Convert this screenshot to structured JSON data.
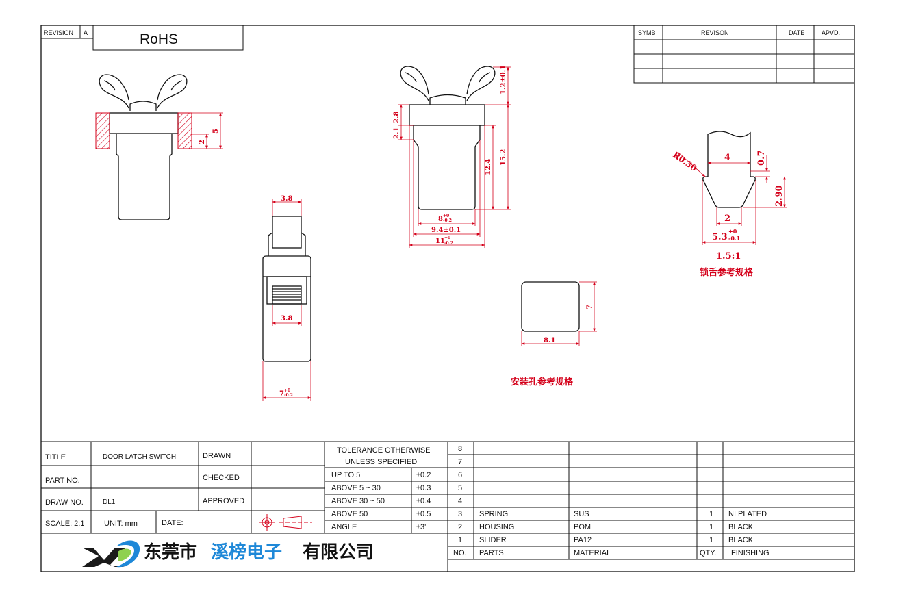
{
  "header": {
    "revision_label": "REVISION",
    "revision_value": "A",
    "rohs": "RoHS"
  },
  "revision_table": {
    "headers": [
      "SYMB",
      "REVISON",
      "DATE",
      "APVD."
    ]
  },
  "dimensions": {
    "clip_height_small": "2",
    "clip_height_large": "5",
    "tab_width_top": "3.8",
    "tab_width_window": "3.8",
    "body_width_side": "7",
    "body_width_side_tol_upper": "+0",
    "body_width_side_tol_lower": "-0.2",
    "wing_height": "1.2±0.1",
    "shoulder_a": "2.1",
    "shoulder_b": "2.8",
    "inner_height": "12.4",
    "total_height": "15.2",
    "base_width": "8",
    "base_width_tol_upper": "+0",
    "base_width_tol_lower": "-0.2",
    "mid_width": "9.4±0.1",
    "top_width": "11",
    "top_width_tol_upper": "+0",
    "top_width_tol_lower": "-0.2",
    "hole_width": "8.1",
    "hole_height": "7",
    "tongue_radius": "R0.30",
    "tongue_top_width": "4",
    "tongue_step": "0.7",
    "tongue_height": "2.90",
    "tongue_tip_width": "2",
    "tongue_base_width": "5.3",
    "tongue_base_tol_upper": "+0",
    "tongue_base_tol_lower": "-0.1",
    "detail_scale": "1.5:1"
  },
  "notes": {
    "tongue_ref": "锁舌参考规格",
    "hole_ref": "安装孔参考规格"
  },
  "title_block": {
    "title_label": "TITLE",
    "title_value": "DOOR LATCH SWITCH",
    "part_no_label": "PART NO.",
    "draw_no_label": "DRAW NO.",
    "draw_no_value": "DL1",
    "scale": "SCALE: 2:1",
    "unit": "UNIT: mm",
    "date": "DATE:",
    "drawn_label": "DRAWN",
    "checked_label": "CHECKED",
    "approved_label": "APPROVED"
  },
  "tolerance": {
    "heading_1": "TOLERANCE OTHERWISE",
    "heading_2": "UNLESS SPECIFIED",
    "rows": [
      {
        "range": "UP TO 5",
        "tol": "±0.2"
      },
      {
        "range": "ABOVE 5 ~ 30",
        "tol": "±0.3"
      },
      {
        "range": "ABOVE 30 ~ 50",
        "tol": "±0.4"
      },
      {
        "range": "ABOVE 50",
        "tol": "±0.5"
      },
      {
        "range": "ANGLE",
        "tol": "±3'"
      }
    ]
  },
  "parts_list": {
    "empty_numbers": [
      "8",
      "7",
      "6",
      "5",
      "4"
    ],
    "rows": [
      {
        "no": "3",
        "part": "SPRING",
        "material": "SUS",
        "qty": "1",
        "finishing": "NI PLATED"
      },
      {
        "no": "2",
        "part": "HOUSING",
        "material": "POM",
        "qty": "1",
        "finishing": "BLACK"
      },
      {
        "no": "1",
        "part": "SLIDER",
        "material": "PA12",
        "qty": "1",
        "finishing": "BLACK"
      }
    ],
    "header": {
      "no": "NO.",
      "part": "PARTS",
      "material": "MATERIAL",
      "qty": "QTY.",
      "finishing": "FINISHING"
    }
  },
  "company": {
    "name_part1": "东莞市",
    "name_part2": "溪榜电子",
    "name_part3": "有限公司"
  },
  "colors": {
    "line": "#111111",
    "dimension": "#d4001a",
    "company_blue": "#1e88d8"
  }
}
